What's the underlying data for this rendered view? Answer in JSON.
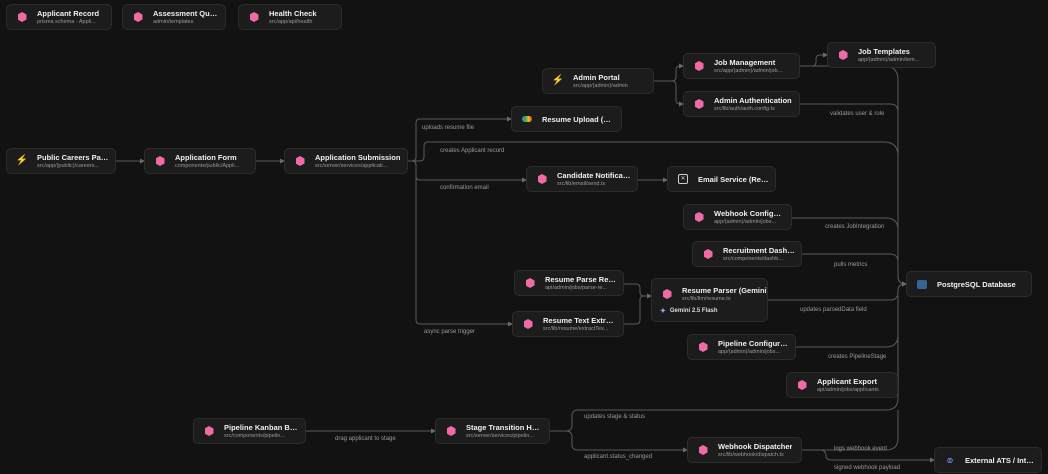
{
  "nodes": {
    "applicant_record": {
      "title": "Applicant Record",
      "sub": "prisma schema - Appli...",
      "icon": "hexagon-icon"
    },
    "assessment_questions": {
      "title": "Assessment Questi...",
      "sub": "admin/templates",
      "icon": "hexagon-icon"
    },
    "health_check": {
      "title": "Health Check",
      "sub": "src/app/api/health",
      "icon": "hexagon-icon"
    },
    "public_careers": {
      "title": "Public Careers Page",
      "sub": "src/app/(public)/careers...",
      "icon": "bolt-icon"
    },
    "application_form": {
      "title": "Application Form",
      "sub": "components/public/Appli...",
      "icon": "hexagon-icon"
    },
    "application_submission": {
      "title": "Application Submission",
      "sub": "src/server/services/applicati...",
      "icon": "hexagon-icon"
    },
    "admin_portal": {
      "title": "Admin Portal",
      "sub": "src/app/(admin)/admin",
      "icon": "bolt-icon"
    },
    "job_management": {
      "title": "Job Management",
      "sub": "src/app/(admin)/admin/job...",
      "icon": "hexagon-icon"
    },
    "job_templates": {
      "title": "Job Templates",
      "sub": "app/(admin)/admin/tem...",
      "icon": "hexagon-icon"
    },
    "admin_auth": {
      "title": "Admin Authentication",
      "sub": "src/lib/auth/auth.config.ts",
      "icon": "hexagon-icon"
    },
    "resume_upload": {
      "title": "Resume Upload (GCS)",
      "sub": "",
      "icon": "cloud-icon"
    },
    "candidate_notif": {
      "title": "Candidate Notificatio...",
      "sub": "src/lib/email/send.ts",
      "icon": "hexagon-icon"
    },
    "email_service": {
      "title": "Email Service (Rese...",
      "sub": "",
      "icon": "mail-icon"
    },
    "webhook_config": {
      "title": "Webhook Configura...",
      "sub": "app/(admin)/admin/jobs...",
      "icon": "hexagon-icon"
    },
    "recruitment_dash": {
      "title": "Recruitment Dashbo...",
      "sub": "src/components/dashb...",
      "icon": "hexagon-icon"
    },
    "postgres": {
      "title": "PostgreSQL Database",
      "sub": "",
      "icon": "postgres-icon"
    },
    "resume_retry": {
      "title": "Resume Parse Retry",
      "sub": "api/admin/jobs/parse-re...",
      "icon": "hexagon-icon"
    },
    "resume_parser": {
      "title": "Resume Parser (Gemini)",
      "sub": "src/lib/llm/resume.ts",
      "model": "Gemini 2.5 Flash",
      "icon": "hexagon-icon"
    },
    "resume_text": {
      "title": "Resume Text Extracti...",
      "sub": "src/lib/resume/extractTex...",
      "icon": "hexagon-icon"
    },
    "pipeline_config": {
      "title": "Pipeline Configuration",
      "sub": "app/(admin)/admin/jobs...",
      "icon": "hexagon-icon"
    },
    "applicant_export": {
      "title": "Applicant Export",
      "sub": "api/admin/jobs/applicants",
      "icon": "hexagon-icon"
    },
    "kanban": {
      "title": "Pipeline Kanban Boa...",
      "sub": "src/components/pipelin...",
      "icon": "hexagon-icon"
    },
    "stage_transition": {
      "title": "Stage Transition Hand...",
      "sub": "src/server/services/pipelin...",
      "icon": "hexagon-icon"
    },
    "webhook_dispatcher": {
      "title": "Webhook Dispatcher",
      "sub": "src/lib/webhook/dispatch.ts",
      "icon": "hexagon-icon"
    },
    "external_ats": {
      "title": "External ATS / Integr...",
      "sub": "",
      "icon": "external-icon"
    }
  },
  "edge_labels": {
    "uploads_resume": "uploads resume file",
    "creates_applicant": "creates Applicant record",
    "confirmation_email": "confirmation email",
    "validates_user": "validates user & role",
    "creates_jobintegration": "creates JobIntegration",
    "pulls_metrics": "pulls metrics",
    "updates_parseddata": "updates parsedData field",
    "async_parse": "async parse trigger",
    "creates_pipelinestage": "creates PipelineStage",
    "updates_stage": "updates stage & status",
    "drag_applicant": "drag applicant to stage",
    "logs_webhook": "logs webhook event",
    "status_changed": "applicant.status_changed",
    "signed_payload": "signed webhook payload"
  },
  "colors": {
    "accent": "#f06aa8",
    "background": "#121212",
    "node": "#1c1c1c"
  }
}
